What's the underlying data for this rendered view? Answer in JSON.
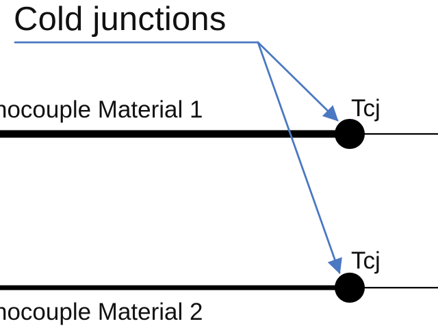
{
  "diagram": {
    "title": "Cold junctions",
    "materials": [
      {
        "label": "nocouple Material 1"
      },
      {
        "label": "nocouple Material 2"
      }
    ],
    "junctions": [
      {
        "label": "Tcj"
      },
      {
        "label": "Tcj"
      }
    ],
    "colors": {
      "text": "#111111",
      "wire": "#000000",
      "arrow": "#4a78c2",
      "background": "#ffffff"
    }
  }
}
